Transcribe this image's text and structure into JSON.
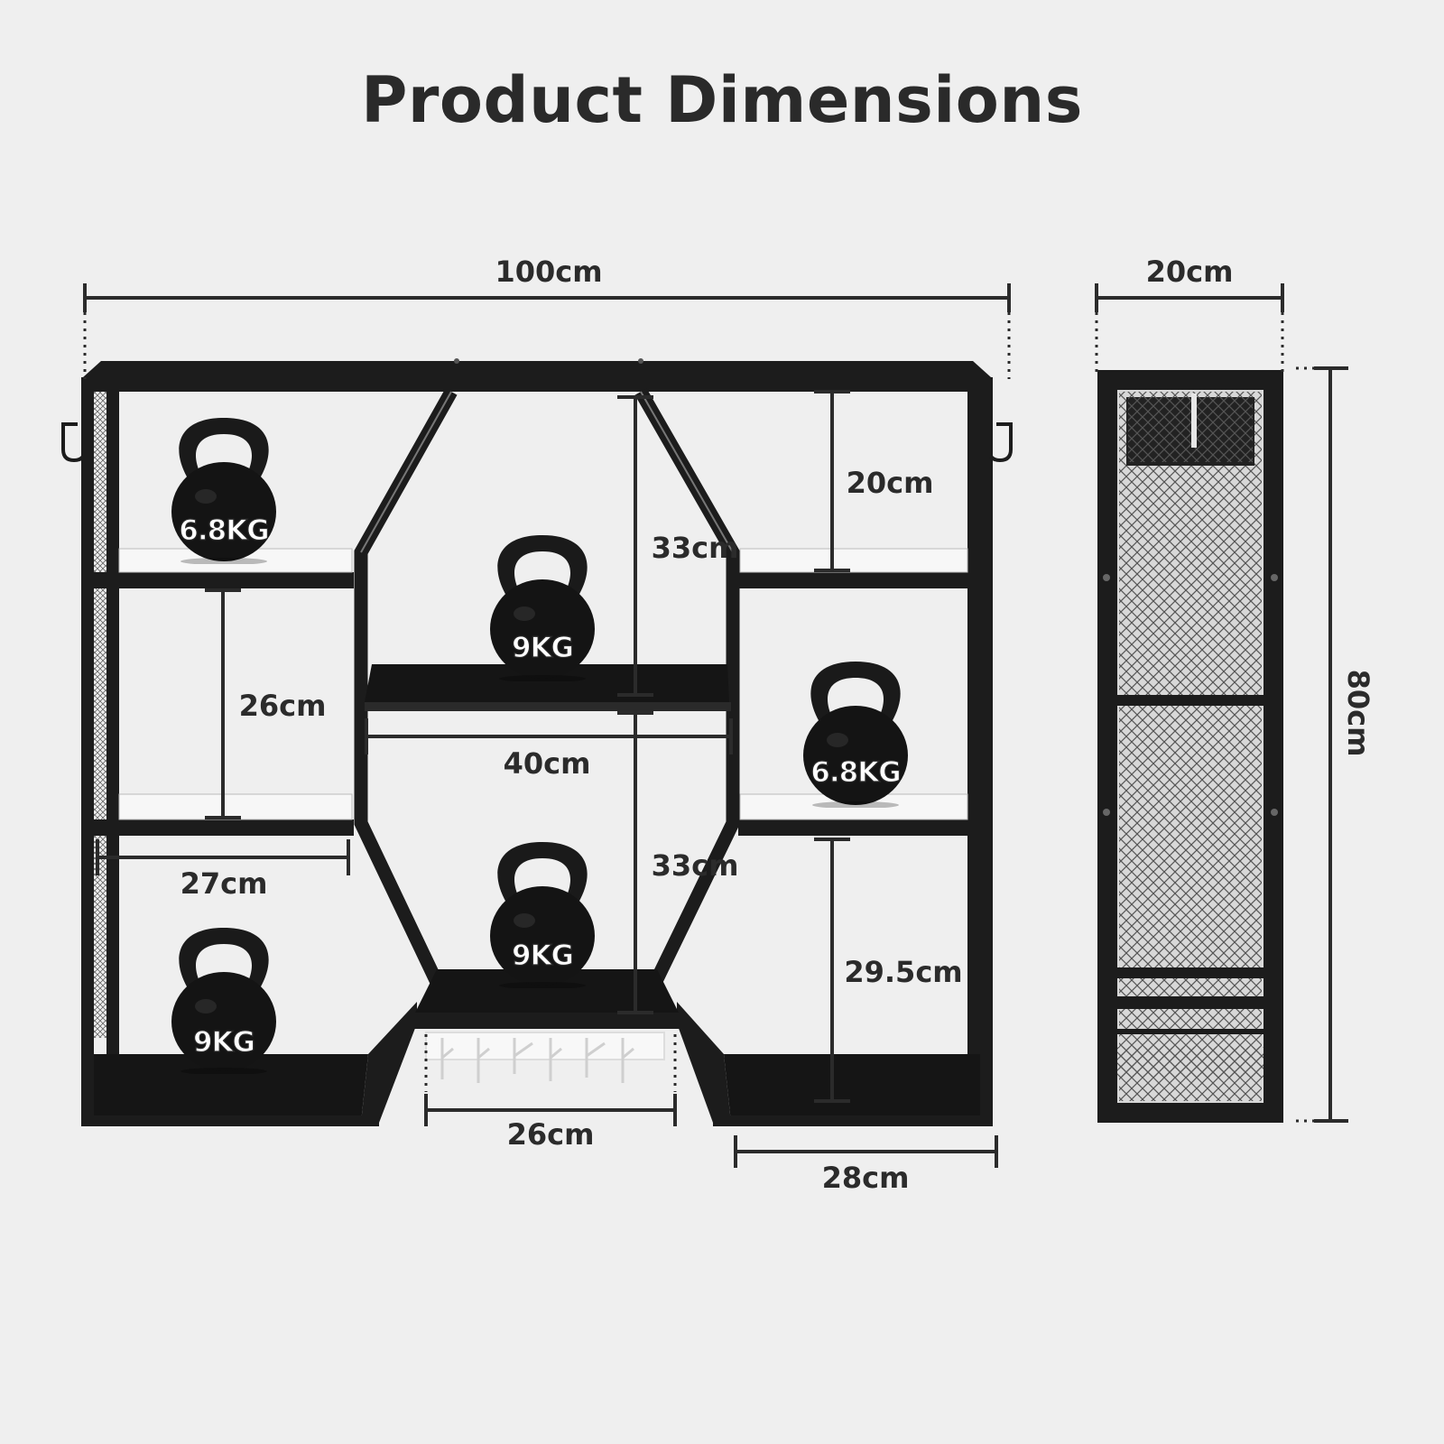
{
  "title": "Product Dimensions",
  "dimensions": {
    "overall_width": "100cm",
    "depth": "20cm",
    "height": "80cm",
    "top_right_compartment": "20cm",
    "left_middle_compartment": "26cm",
    "center_upper_height": "33cm",
    "center_lower_height": "33cm",
    "center_shelf_width": "40cm",
    "left_shelf_width": "27cm",
    "bottom_center_width": "26cm",
    "right_bottom_width": "28cm",
    "right_lower_compartment": "29.5cm"
  },
  "kettlebells": {
    "top_left": "6.8KG",
    "center_upper": "9KG",
    "right_middle": "6.8KG",
    "center_lower": "9KG",
    "bottom_left": "9KG"
  },
  "colors": {
    "background": "#efefef",
    "frame": "#1c1c1c",
    "dimension_line": "#2b2b2b"
  }
}
